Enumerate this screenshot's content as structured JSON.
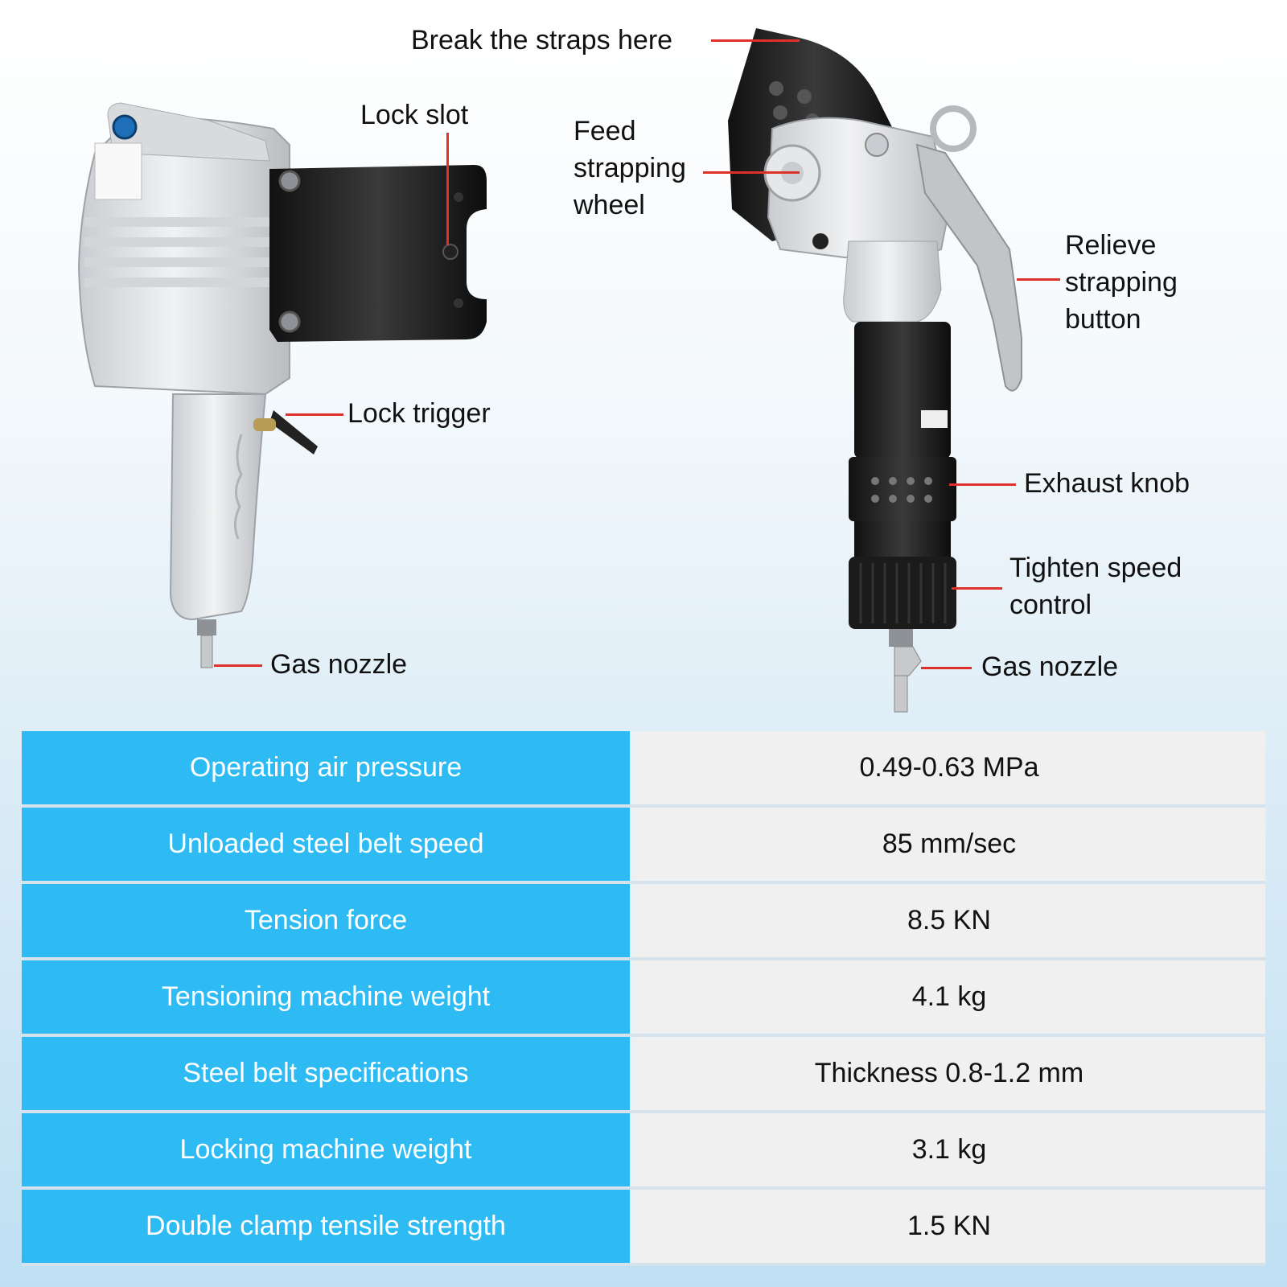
{
  "callouts": {
    "break_straps": "Break the straps here",
    "lock_slot": "Lock slot",
    "feed_wheel": "Feed strapping wheel",
    "relieve_button": "Relieve strapping button",
    "lock_trigger": "Lock trigger",
    "exhaust_knob": "Exhaust knob",
    "tighten_speed": "Tighten speed control",
    "gas_nozzle_left": "Gas nozzle",
    "gas_nozzle_right": "Gas nozzle"
  },
  "colors": {
    "accent_line": "#e0302a",
    "table_key_bg": "#2ebbf4",
    "table_value_bg": "#f0f0f0"
  },
  "specs": [
    {
      "label": "Operating air pressure",
      "value": "0.49-0.63 MPa"
    },
    {
      "label": "Unloaded steel belt speed",
      "value": "85 mm/sec"
    },
    {
      "label": "Tension force",
      "value": "8.5 KN"
    },
    {
      "label": "Tensioning machine weight",
      "value": "4.1 kg"
    },
    {
      "label": "Steel belt specifications",
      "value": "Thickness 0.8-1.2 mm"
    },
    {
      "label": "Locking machine weight",
      "value": "3.1 kg"
    },
    {
      "label": "Double clamp tensile strength",
      "value": "1.5 KN"
    }
  ]
}
